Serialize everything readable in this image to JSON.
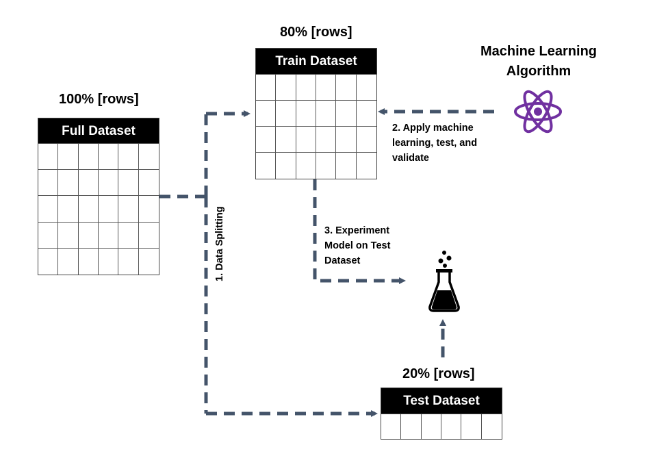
{
  "full": {
    "percent": "100% [rows]",
    "title": "Full Dataset",
    "rows": 5,
    "cols": 6
  },
  "train": {
    "percent": "80% [rows]",
    "title": "Train Dataset",
    "rows": 4,
    "cols": 6
  },
  "test": {
    "percent": "20% [rows]",
    "title": "Test Dataset",
    "rows": 1,
    "cols": 6
  },
  "algorithm": {
    "title": "Machine Learning\nAlgorithm",
    "icon": "atom-icon",
    "icon_color": "#7030a0"
  },
  "flask": {
    "icon": "flask-icon"
  },
  "steps": {
    "split": "1. Data Splitting",
    "apply": "2. Apply machine\nlearning, test, and\nvalidate",
    "experiment": "3. Experiment\nModel on Test\nDataset"
  },
  "colors": {
    "arrow": "#44546a",
    "header": "#000000"
  }
}
